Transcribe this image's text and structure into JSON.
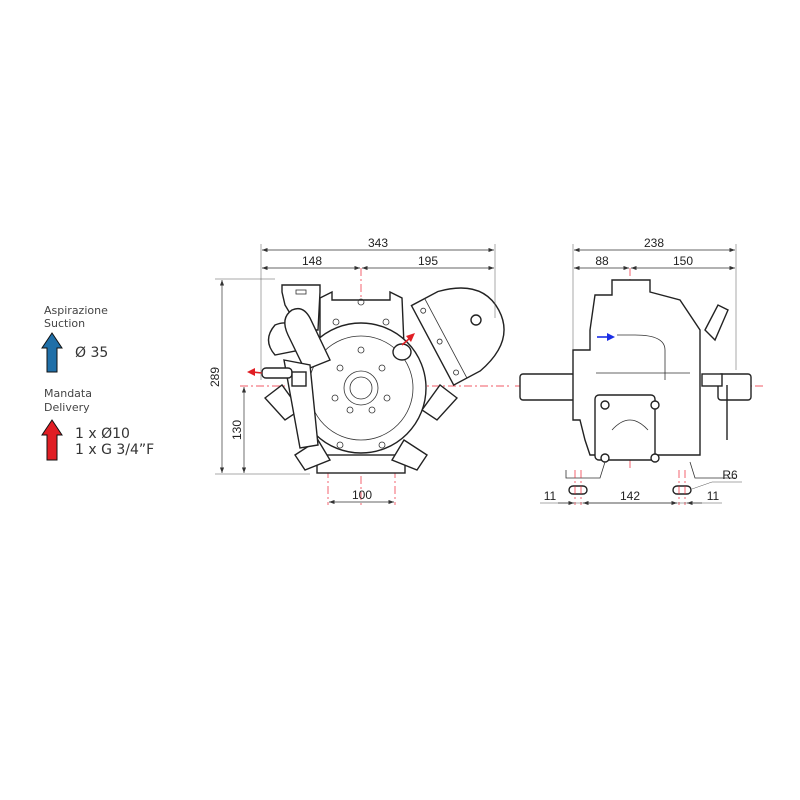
{
  "legend": {
    "suction": {
      "label_it": "Aspirazione",
      "label_en": "Suction",
      "value": "Ø 35",
      "color": "#1f6fa8"
    },
    "delivery": {
      "label_it": "Mandata",
      "label_en": "Delivery",
      "value_1": "1 x Ø10",
      "value_2": "1 x G 3/4”F",
      "color": "#e01e24"
    }
  },
  "front_view": {
    "overall_width": "343",
    "left_width": "148",
    "right_width": "195",
    "overall_height": "289",
    "axis_height": "130",
    "base_width": "100"
  },
  "side_view": {
    "overall_width": "238",
    "left_width": "88",
    "right_width": "150",
    "slot_left": "11",
    "slot_spacing": "142",
    "slot_right": "11",
    "slot_radius": "R6"
  },
  "colors": {
    "centerline": "#e22233",
    "delivery_arrow": "#e01e24",
    "suction_arrow": "#1a2ee6"
  }
}
